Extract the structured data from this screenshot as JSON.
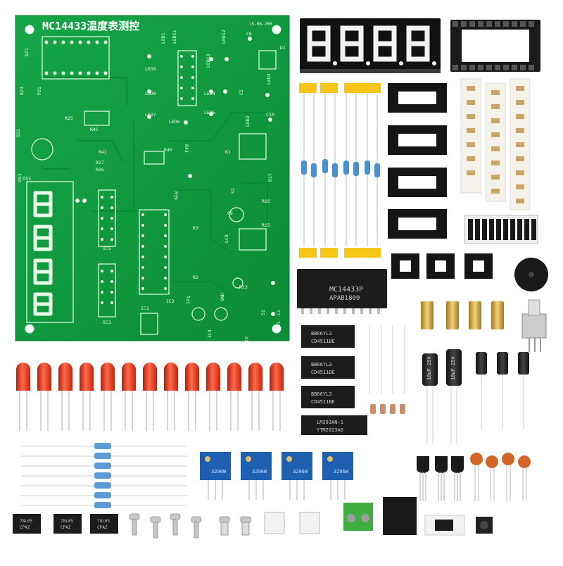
{
  "pcb": {
    "title": "MC14433温度表测控",
    "date": "15-06-200",
    "labels": [
      "DZ1",
      "P21",
      "R23",
      "R25",
      "R41",
      "SG1",
      "DS1",
      "R42",
      "R26",
      "R27",
      "LED1",
      "LED2",
      "LED3",
      "LED4",
      "LED5",
      "LED6",
      "LED7",
      "LED8",
      "LED9",
      "LED11",
      "LED12",
      "LED13",
      "C6",
      "C10",
      "C5",
      "D1",
      "C9",
      "R40",
      "K1",
      "R39",
      "R43",
      "IC5",
      "IC3",
      "IC2",
      "IC1",
      "TP1",
      "GND",
      "IC4",
      "X1",
      "R3",
      "R2",
      "R13",
      "R15",
      "R16",
      "R17",
      "LC9",
      "S2",
      "S1",
      "C1",
      "C11"
    ]
  },
  "chips": [
    {
      "id": "mc14433",
      "line1": "MC14433P",
      "line2": "APAB1809"
    },
    {
      "id": "cd4511-a",
      "line1": "BB66YL3",
      "line2": "CD4511BE"
    },
    {
      "id": "cd4511-b",
      "line1": "BB66YL3",
      "line2": "CD4511BE"
    },
    {
      "id": "cd4511-c",
      "line1": "BB66YL3",
      "line2": "CD4511BE"
    },
    {
      "id": "lm393",
      "line1": "LM393AN-1",
      "line2": "YTM2023A0"
    }
  ],
  "small_chips": [
    {
      "line1": "78L05",
      "line2": "CPAZ"
    },
    {
      "line1": "78L05",
      "line2": "CPAZ"
    },
    {
      "line1": "78L05",
      "line2": "CPAZ"
    }
  ],
  "capacitors": [
    {
      "label": "10uF 25V"
    },
    {
      "label": "10uF 25V"
    }
  ],
  "trimpots": [
    {
      "label": "3296W"
    },
    {
      "label": "3296W"
    },
    {
      "label": "3296W"
    },
    {
      "label": "3296W"
    }
  ],
  "display": {
    "digits": "8888"
  },
  "colors": {
    "pcb": "#0f9d3e",
    "led": "#e23616",
    "trimpot": "#1f5fb0",
    "chip": "#1c1c1c",
    "tape": "#f5c518",
    "terminal": "#3fae3f"
  }
}
